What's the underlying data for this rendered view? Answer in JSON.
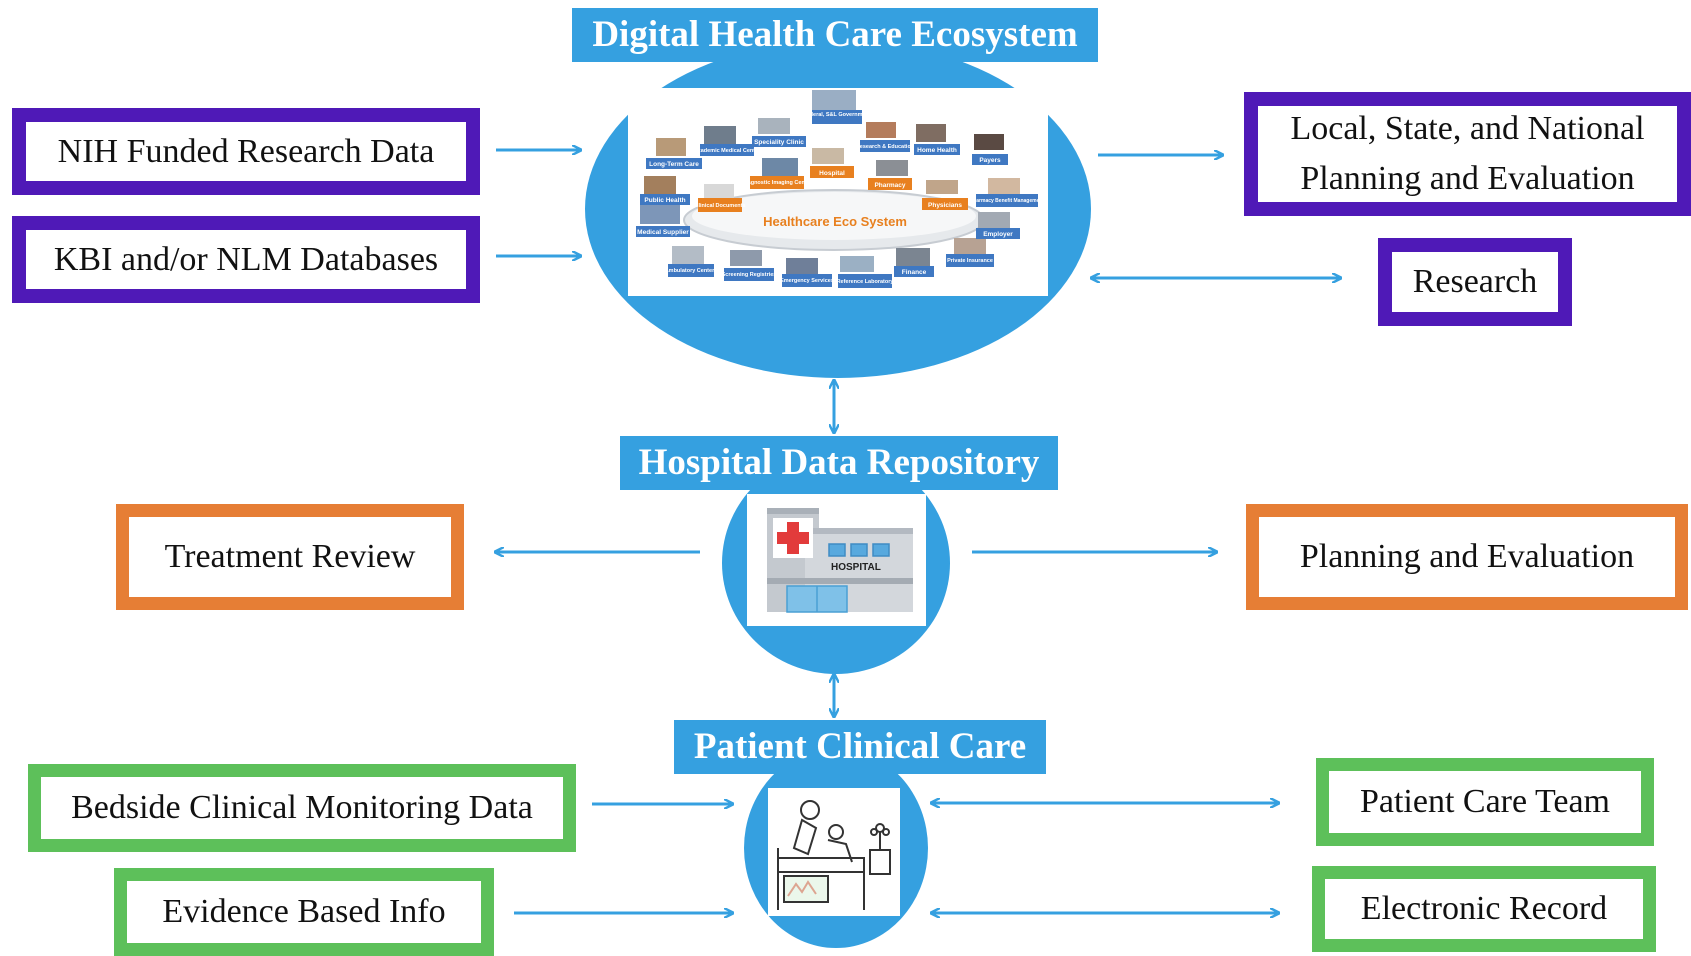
{
  "titles": {
    "ecosystem": "Digital Health Care Ecosystem",
    "repository": "Hospital Data Repository",
    "clinical": "Patient Clinical Care"
  },
  "left_inputs": {
    "nih": "NIH Funded Research Data",
    "kbi": "KBI and/or NLM Databases"
  },
  "right_outputs": {
    "planning_line1": "Local, State, and National",
    "planning_line2": "Planning and Evaluation",
    "research": "Research"
  },
  "repository_outputs": {
    "treatment": "Treatment Review",
    "planning": "Planning and Evaluation"
  },
  "clinical_inputs": {
    "bedside": "Bedside Clinical Monitoring Data",
    "evidence": "Evidence Based Info"
  },
  "clinical_outputs": {
    "team": "Patient Care Team",
    "record": "Electronic Record"
  },
  "ecosystem_image": {
    "center_label": "Healthcare Eco System",
    "labels": {
      "federal": "Federal, S&L Government",
      "long_term": "Long-Term Care",
      "academic": "Academic Medical Center",
      "specialty": "Speciality Clinic",
      "research_edu": "Research & Education",
      "home_health": "Home Health",
      "payers": "Payers",
      "diagnostic": "Diagnostic Imaging Center",
      "hospital": "Hospital",
      "pharmacy": "Pharmacy",
      "public_health": "Public Health",
      "clinical_docs": "Clinical Documents",
      "physicians": "Physicians",
      "pbm": "Pharmacy Benefit Management",
      "medical_supplier": "Medical Supplier",
      "employer": "Employer",
      "ambulatory": "Ambulatory Centers",
      "screening": "Screening Registries",
      "emergency": "Emergency Services",
      "reference_lab": "Reference Laboratory",
      "finance": "Finance",
      "private_insurance": "Private Insurance"
    }
  },
  "hospital_icon": {
    "sign": "HOSPITAL"
  },
  "colors": {
    "accent_blue": "#35a0e0",
    "purple": "#4f19b7",
    "orange": "#e67e35",
    "green": "#5dc05a",
    "eco_orange": "#e8801f",
    "eco_tag": "#3f78c2"
  }
}
